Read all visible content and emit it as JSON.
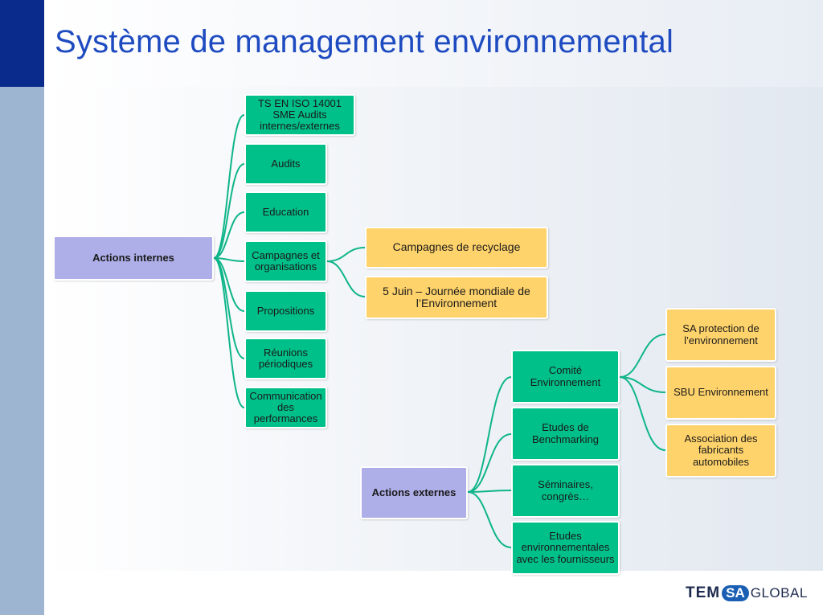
{
  "title": "Système de management environnemental",
  "internal": {
    "root": "Actions internes",
    "items": [
      "TS EN ISO 14001\nSME Audits internes/externes",
      "Audits",
      "Education",
      "Campagnes et organisations",
      "Propositions",
      "Réunions périodiques",
      "Communication des performances"
    ],
    "campaign_children": [
      "Campagnes de recyclage",
      "5 Juin – Journée mondiale de l’Environnement"
    ]
  },
  "external": {
    "root": "Actions externes",
    "items": [
      "Comité Environnement",
      "Etudes de Benchmarking",
      "Séminaires, congrès…",
      "Etudes environnementales avec les fournisseurs"
    ],
    "committee_children": [
      "SA protection de l’environnement",
      "SBU Environnement",
      "Association des fabricants automobiles"
    ]
  },
  "logo": {
    "tem": "TEM",
    "sa": "SA",
    "global": "GLOBAL"
  },
  "colors": {
    "root": "#aeaee8",
    "green": "#00c08a",
    "orange": "#ffd36b",
    "title": "#1f4bc1",
    "connector": "#0fb58a"
  }
}
